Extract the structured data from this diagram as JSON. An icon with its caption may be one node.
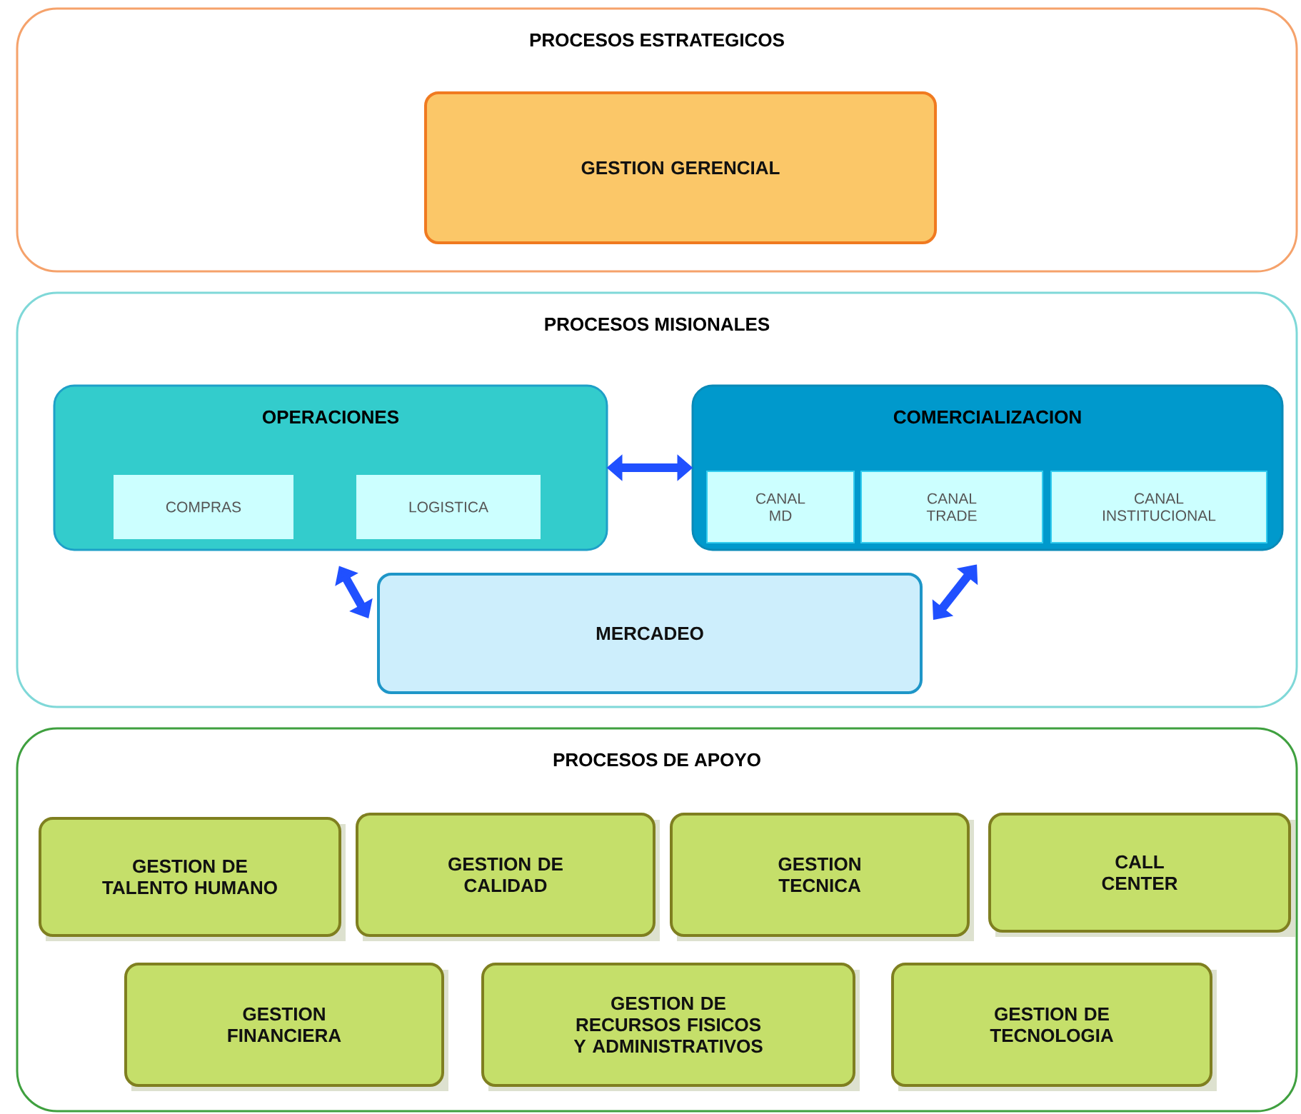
{
  "diagram": {
    "nodes": [
      {
        "text": [
          "PROCESOS ESTRATEGICOS"
        ]
      },
      {
        "text": [
          "GESTION GERENCIAL"
        ],
        "in": 0
      },
      {
        "text": [
          "PROCESOS MISIONALES"
        ]
      },
      {
        "text": [
          "OPERACIONES"
        ],
        "in": 2
      },
      {
        "text": [
          "COMPRAS"
        ],
        "in": 3
      },
      {
        "text": [
          "LOGISTICA"
        ],
        "in": 3
      },
      {
        "text": [
          "COMERCIALIZACION"
        ],
        "in": 2
      },
      {
        "text": [
          "CANAL MD"
        ],
        "in": 6
      },
      {
        "text": [
          "CANAL TRADE"
        ],
        "in": 6
      },
      {
        "text": [
          "CANAL INSTITUCIONAL"
        ],
        "in": 6
      },
      {
        "text": [
          "MERCADEO"
        ],
        "in": 2
      },
      {
        "text": [
          "PROCESOS DE APOYO"
        ]
      },
      {
        "text": [
          "GESTION DE TALENTO HUMANO"
        ],
        "in": 11
      },
      {
        "text": [
          "GESTION DE CALIDAD"
        ],
        "in": 11
      },
      {
        "text": [
          "GESTION TECNICA"
        ],
        "in": 11
      },
      {
        "text": [
          "CALL CENTER"
        ],
        "in": 11
      },
      {
        "text": [
          "GESTION FINANCIERA"
        ],
        "in": 11
      },
      {
        "text": [
          "GESTION DE RECURSOS FISICOS Y ADMINISTRATIVOS"
        ],
        "in": 11
      },
      {
        "text": [
          "GESTION DE TECNOLOGIA"
        ],
        "in": 11
      }
    ],
    "edges": [
      {
        "from": 3,
        "to": 6,
        "arrow": "both"
      },
      {
        "from": 3,
        "to": 10,
        "arrow": "both"
      },
      {
        "from": 10,
        "to": 6,
        "arrow": "both"
      }
    ]
  }
}
